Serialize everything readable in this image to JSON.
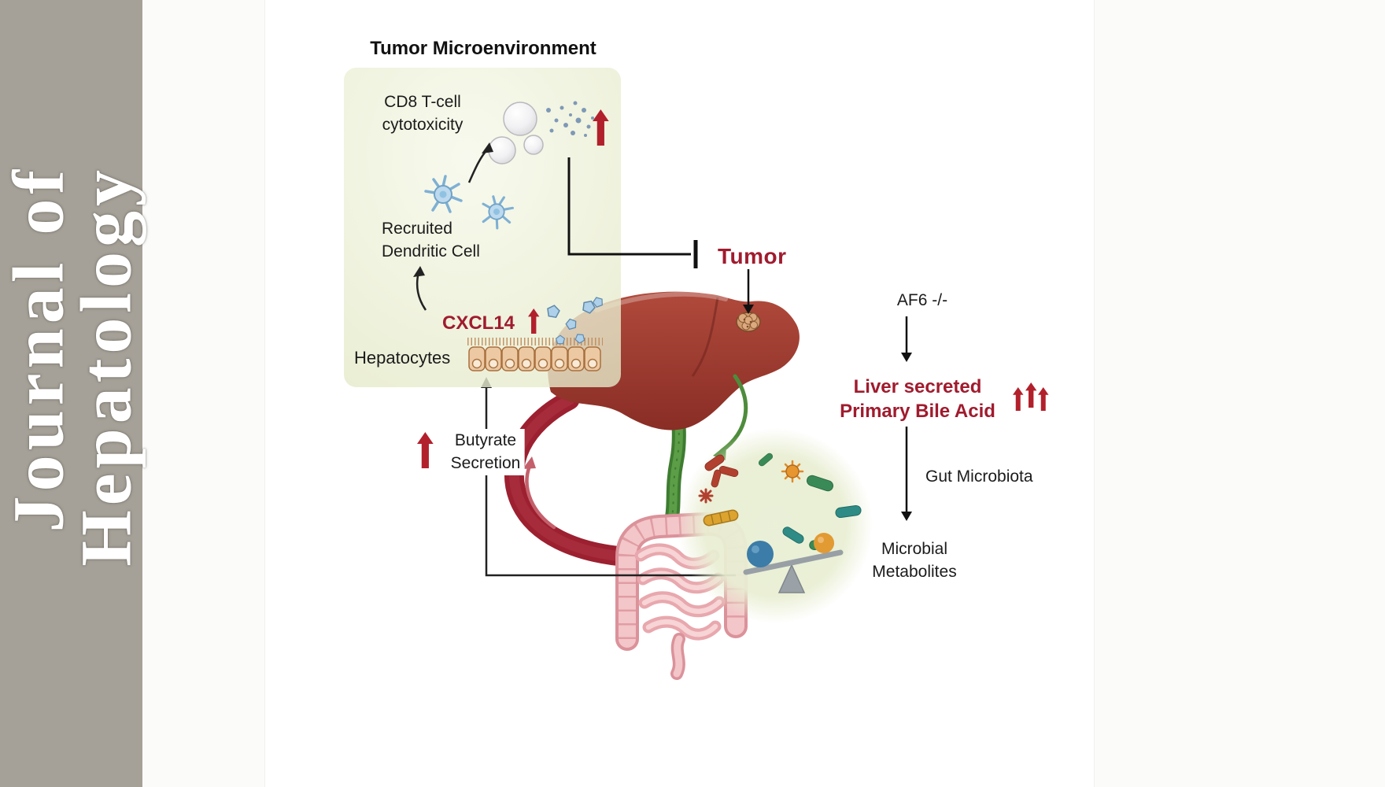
{
  "journal": {
    "line1": "Journal of",
    "line2": "Hepatology"
  },
  "figure": {
    "title": "Tumor Microenvironment",
    "tme": {
      "cd8_line1": "CD8 T-cell",
      "cd8_line2": "cytotoxicity",
      "dendritic_line1": "Recruited",
      "dendritic_line2": "Dendritic Cell",
      "cxcl14": "CXCL14",
      "hepatocytes": "Hepatocytes"
    },
    "tumor": "Tumor",
    "butyrate_line1": "Butyrate",
    "butyrate_line2": "Secretion",
    "pathway": {
      "af6": "AF6 -/-",
      "bile_line1": "Liver secreted",
      "bile_line2": "Primary Bile Acid",
      "gut_microbiota": "Gut Microbiota",
      "metabolites_line1": "Microbial",
      "metabolites_line2": "Metabolites"
    }
  },
  "colors": {
    "accent_red_text": "#a01b2e",
    "arrow_red": "#b2202c",
    "band_gray": "#a5a198",
    "tme_box_green": "#ecf0d2",
    "liver_red": "#9a372e",
    "portal_vein_green": "#3e7c31",
    "hepatic_vessel_red": "#9c2030",
    "intestine_pink": "#f3c6c9",
    "microbiome_circle_green": "#eaf0d6",
    "dendritic_blue": "#bcd9ee"
  }
}
